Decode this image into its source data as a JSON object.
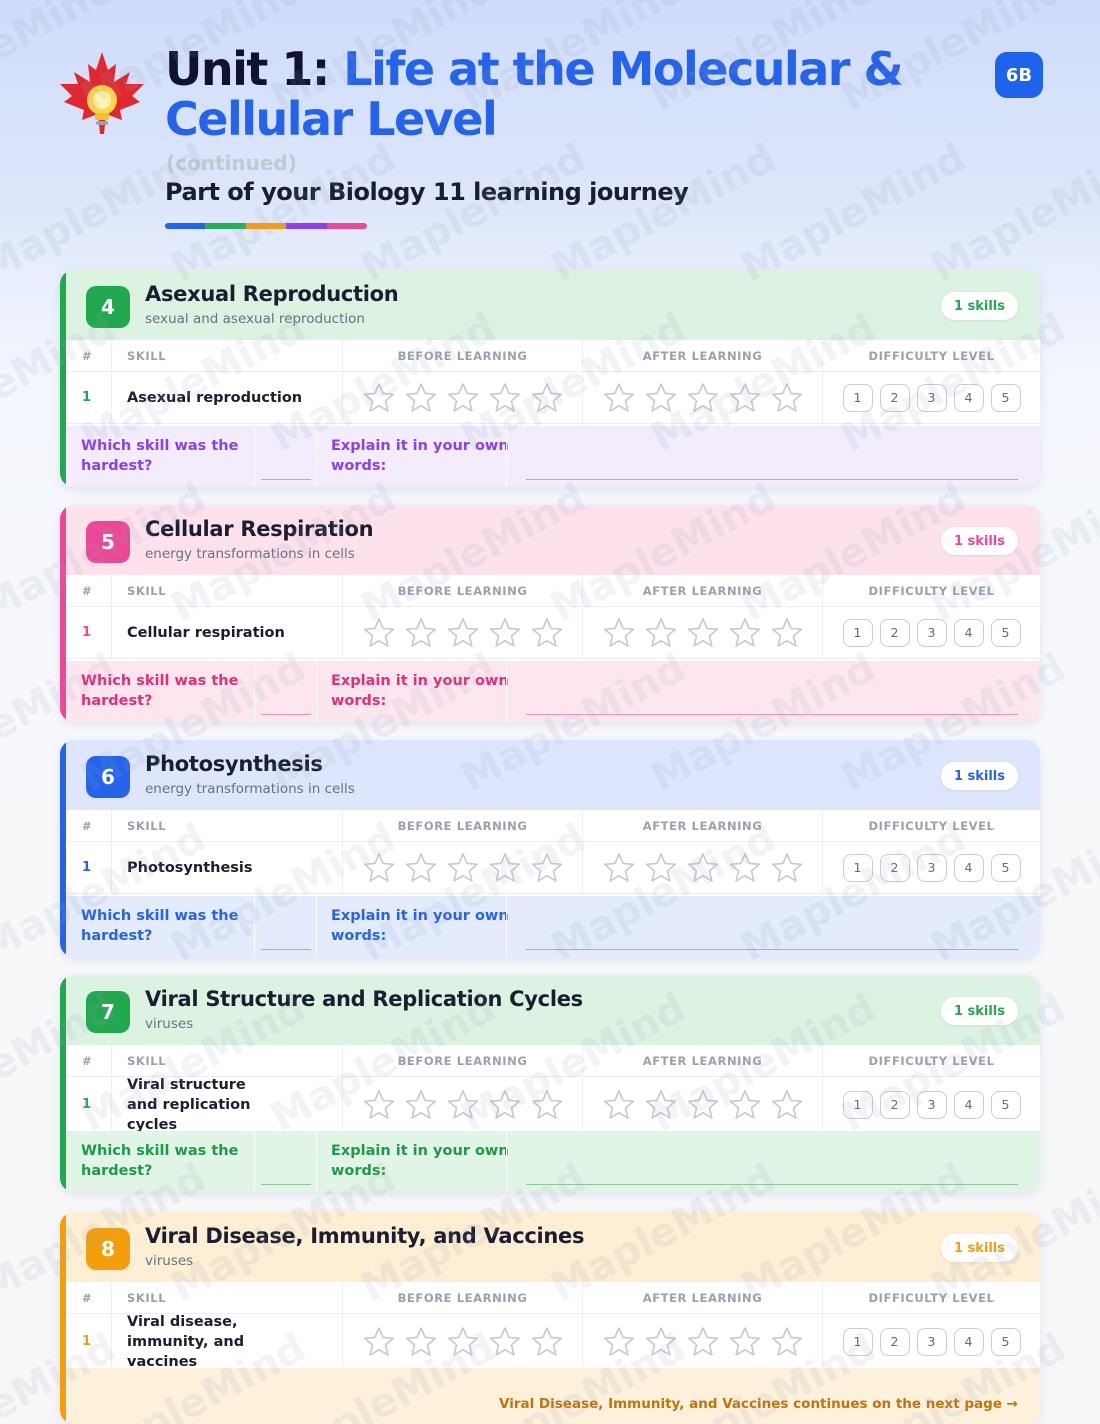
{
  "header": {
    "unit_label": "Unit 1:",
    "title_main": "Life at the Molecular & Cellular Level",
    "continued": "(continued)",
    "subtitle": "Part of your Biology 11 learning journey",
    "badge": "6B",
    "logo_icon": "maple-leaf-lightbulb-icon",
    "rainbow_colors": [
      "#2563eb",
      "#22b05a",
      "#f59e0b",
      "#8b3ff0",
      "#ec4899"
    ]
  },
  "watermark": "MapleMind",
  "table_headers": {
    "num": "#",
    "skill": "SKILL",
    "before": "BEFORE LEARNING",
    "after": "AFTER LEARNING",
    "difficulty": "DIFFICULTY LEVEL"
  },
  "difficulty_levels": [
    "1",
    "2",
    "3",
    "4",
    "5"
  ],
  "reflection": {
    "question": "Which skill was the hardest?",
    "explain": "Explain it in your own words:"
  },
  "lessons": [
    {
      "number": "4",
      "title": "Asexual Reproduction",
      "subtitle": "sexual and asexual reproduction",
      "skills_count": "1 skills",
      "accent": "#22a84f",
      "head_bg": "#dcf3e2",
      "reflect_bg": "#f2ecfd",
      "reflect_color": "#8b3ff0",
      "skills": [
        {
          "num": "1",
          "name": "Asexual reproduction"
        }
      ]
    },
    {
      "number": "5",
      "title": "Cellular Respiration",
      "subtitle": "energy transformations in cells",
      "skills_count": "1 skills",
      "accent": "#ec4899",
      "head_bg": "#fde2ec",
      "reflect_bg": "#fde6ee",
      "reflect_color": "#e0307a",
      "skills": [
        {
          "num": "1",
          "name": "Cellular respiration"
        }
      ]
    },
    {
      "number": "6",
      "title": "Photosynthesis",
      "subtitle": "energy transformations in cells",
      "skills_count": "1 skills",
      "accent": "#2563eb",
      "head_bg": "#dde6fc",
      "reflect_bg": "#e3ebfd",
      "reflect_color": "#2563eb",
      "skills": [
        {
          "num": "1",
          "name": "Photosynthesis"
        }
      ]
    },
    {
      "number": "7",
      "title": "Viral Structure and Replication Cycles",
      "subtitle": "viruses",
      "skills_count": "1 skills",
      "accent": "#22a84f",
      "head_bg": "#dcf3e2",
      "reflect_bg": "#e1f5e6",
      "reflect_color": "#1f9a48",
      "skills": [
        {
          "num": "1",
          "name": "Viral structure and replication cycles"
        }
      ]
    },
    {
      "number": "8",
      "title": "Viral Disease, Immunity, and Vaccines",
      "subtitle": "viruses",
      "skills_count": "1 skills",
      "accent": "#f59e0b",
      "head_bg": "#fdeed4",
      "reflect_bg": "#fdf1dc",
      "reflect_color": "#c2730a",
      "skills": [
        {
          "num": "1",
          "name": "Viral disease, immunity, and vaccines"
        }
      ],
      "continues_note": "Viral Disease, Immunity, and Vaccines continues on the next page →"
    }
  ]
}
